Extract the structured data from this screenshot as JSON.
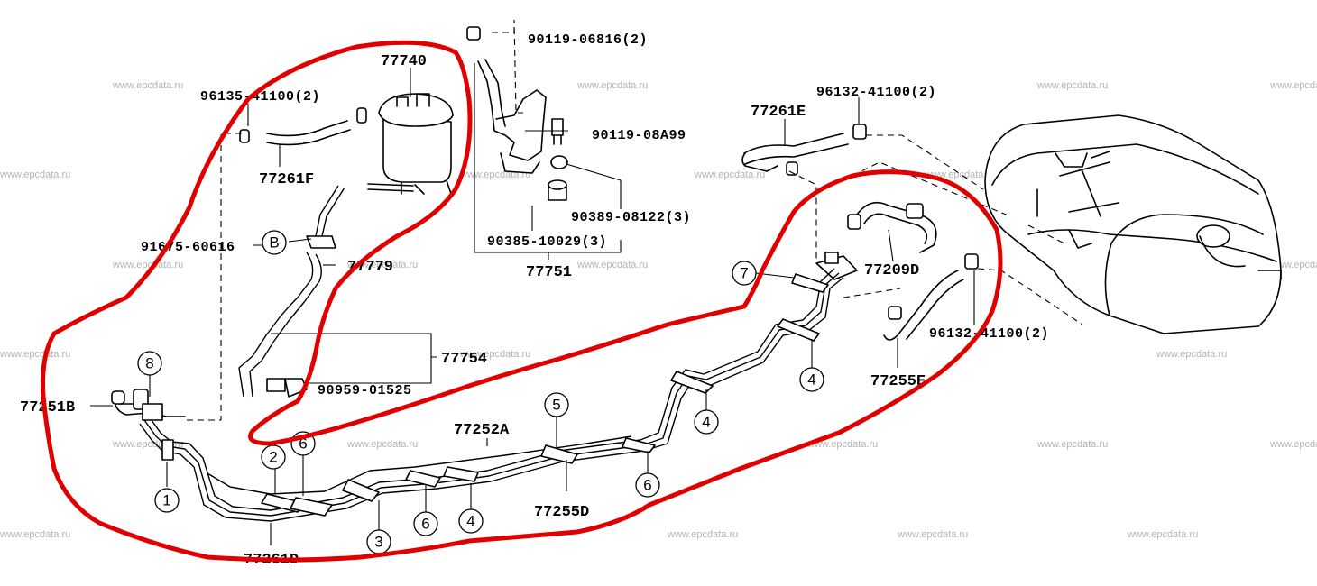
{
  "watermark": "www.epcdata.ru",
  "labels": {
    "p77740": "77740",
    "p96135": "96135-41100(2)",
    "p77261F": "77261F",
    "p91675": "91675-60616",
    "pB": "B",
    "p77779": "77779",
    "p77754": "77754",
    "p90959": "90959-01525",
    "p77251B": "77251B",
    "p90119_06816": "90119-06816(2)",
    "p90119_08A99": "90119-08A99",
    "p90389": "90389-08122(3)",
    "p90385": "90385-10029(3)",
    "p77751": "77751",
    "p77261E": "77261E",
    "p96132_top": "96132-41100(2)",
    "p77209D": "77209D",
    "p96132_bot": "96132-41100(2)",
    "p77255E": "77255E",
    "p77252A": "77252A",
    "p77255D": "77255D",
    "p77261D": "77261D"
  },
  "callouts": {
    "c1": "1",
    "c2": "2",
    "c3": "3",
    "c4a": "4",
    "c4b": "4",
    "c4c": "4",
    "c5": "5",
    "c6a": "6",
    "c6b": "6",
    "c6c": "6",
    "c7": "7",
    "c8": "8"
  },
  "colors": {
    "annotation_outline": "#e10000",
    "line_art": "#000000",
    "watermark": "#b4b4b4"
  }
}
